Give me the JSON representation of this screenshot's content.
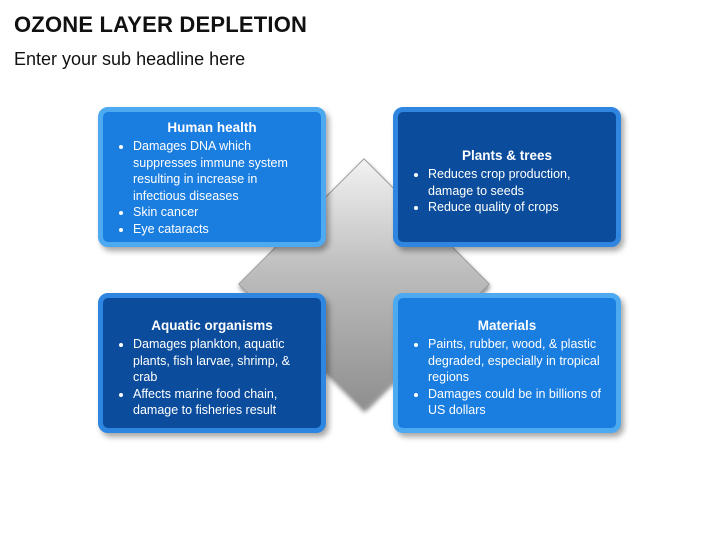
{
  "slide": {
    "title": "OZONE LAYER DEPLETION",
    "subtitle": "Enter your sub headline here"
  },
  "colors": {
    "light_card": "#1a7de0",
    "dark_card": "#0b4d9c",
    "border": "#4da9f0",
    "diamond": "#bdbdbd"
  },
  "cards": [
    {
      "title": "Human health",
      "bullets": [
        "Damages DNA which suppresses immune system resulting in increase in infectious diseases",
        "Skin cancer",
        "Eye cataracts"
      ]
    },
    {
      "title": "Plants & trees",
      "bullets": [
        "Reduces crop production, damage to seeds",
        "Reduce quality of crops"
      ]
    },
    {
      "title": "Aquatic organisms",
      "bullets": [
        "Damages plankton, aquatic plants, fish larvae, shrimp, & crab",
        "Affects marine food chain, damage to fisheries result"
      ]
    },
    {
      "title": "Materials",
      "bullets": [
        "Paints, rubber, wood, & plastic degraded, especially in tropical regions",
        "Damages could be in billions of US dollars"
      ]
    }
  ]
}
